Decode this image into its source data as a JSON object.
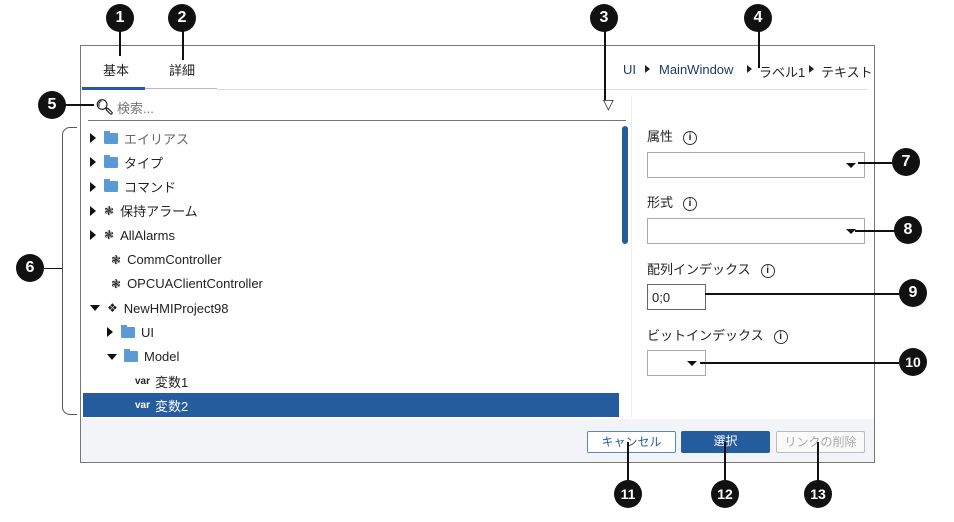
{
  "tabs": [
    {
      "label": "基本",
      "active": true
    },
    {
      "label": "詳細",
      "active": false
    }
  ],
  "breadcrumb": [
    "UI",
    "MainWindow",
    "ラベル1",
    "テキスト"
  ],
  "search": {
    "placeholder": "検索..."
  },
  "tree": [
    {
      "label": "エイリアス",
      "icon": "folder-icon",
      "expander": "collapsed",
      "level": 0
    },
    {
      "label": "タイプ",
      "icon": "folder-icon",
      "expander": "collapsed",
      "level": 0
    },
    {
      "label": "コマンド",
      "icon": "folder-icon",
      "expander": "collapsed",
      "level": 0
    },
    {
      "label": "保持アラーム",
      "icon": "alarm-object-icon",
      "expander": "collapsed",
      "level": 0
    },
    {
      "label": "AllAlarms",
      "icon": "alarm-object-icon",
      "expander": "collapsed",
      "level": 0
    },
    {
      "label": "CommController",
      "icon": "alarm-object-icon",
      "expander": "none",
      "level": 0
    },
    {
      "label": "OPCUAClientController",
      "icon": "alarm-object-icon",
      "expander": "none",
      "level": 0
    },
    {
      "label": "NewHMIProject98",
      "icon": "project-icon",
      "expander": "expanded",
      "level": 0
    },
    {
      "label": "UI",
      "icon": "ui-folder-icon",
      "expander": "collapsed",
      "level": 1
    },
    {
      "label": "Model",
      "icon": "model-folder-icon",
      "expander": "expanded",
      "level": 1
    },
    {
      "label": "変数1",
      "icon": "var",
      "expander": "none",
      "level": 2
    },
    {
      "label": "変数2",
      "icon": "var",
      "expander": "none",
      "level": 2,
      "selected": true
    }
  ],
  "var_tag": "var",
  "fields": {
    "attribute": {
      "label": "属性",
      "value": ""
    },
    "format": {
      "label": "形式",
      "value": ""
    },
    "array_index": {
      "label": "配列インデックス",
      "value": "0;0"
    },
    "bit_index": {
      "label": "ビットインデックス",
      "value": ""
    }
  },
  "buttons": {
    "cancel": "キャンセル",
    "select": "選択",
    "remove_link": "リンクの削除"
  },
  "callouts": [
    "1",
    "2",
    "3",
    "4",
    "5",
    "6",
    "7",
    "8",
    "9",
    "10",
    "11",
    "12",
    "13"
  ],
  "colors": {
    "accent": "#245c9e",
    "folder": "#5b9bd5"
  }
}
